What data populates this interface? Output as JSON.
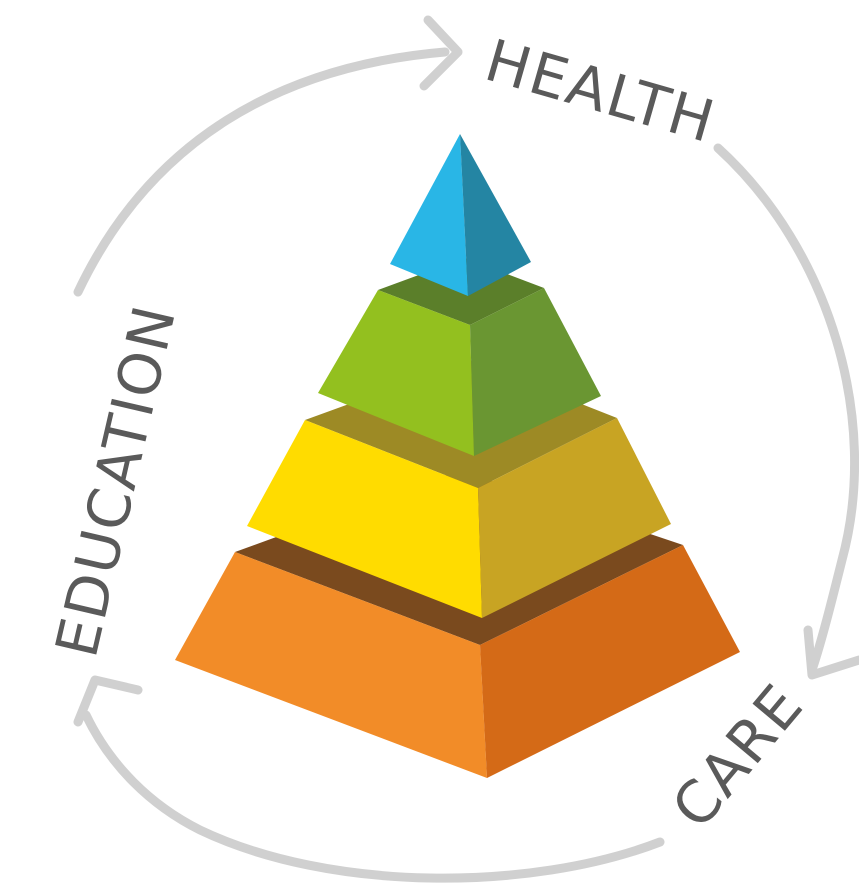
{
  "labels": {
    "health": "HEALTH",
    "care": "CARE",
    "education": "EDUCATION"
  },
  "pyramid": {
    "tiers": [
      {
        "name": "tier-1-top",
        "front": "#29b6e6",
        "side": "#2485a3",
        "top": "#1f6f88"
      },
      {
        "name": "tier-2",
        "front": "#93c01f",
        "side": "#6a9632",
        "top": "#5b7f2a"
      },
      {
        "name": "tier-3",
        "front": "#ffdc00",
        "side": "#c8a423",
        "top": "#9d8a25"
      },
      {
        "name": "tier-4-base",
        "front": "#f28c28",
        "side": "#d46a17",
        "top": "#7a4a1e"
      }
    ]
  },
  "colors": {
    "arrows": "#d0d0d0",
    "label_text": "#5a5a5a"
  }
}
